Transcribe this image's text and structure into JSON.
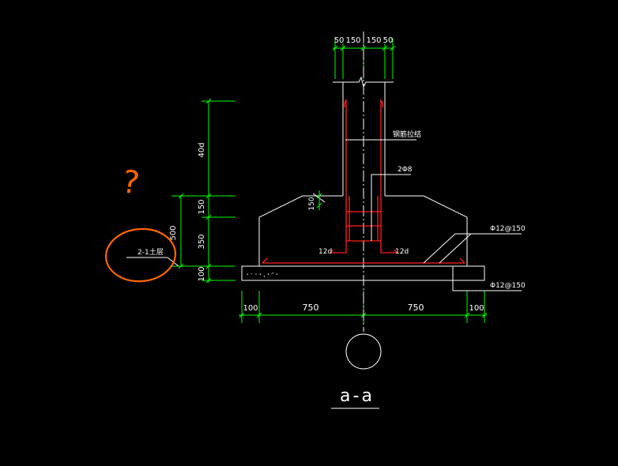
{
  "drawing": {
    "colors": {
      "background": "#000000",
      "outline": "#ffffff",
      "dimension": "#00ff00",
      "rebar": "#ff2020",
      "centerline": "#ffffff",
      "annotation_circle": "#ff6600",
      "question_mark": "#ff6600"
    },
    "top_dims": [
      "50",
      "150",
      "150",
      "50"
    ],
    "left_dims": [
      "40d",
      "150",
      "500",
      "350",
      "100"
    ],
    "bottom_dims": [
      "100",
      "750",
      "750",
      "100"
    ],
    "labels": {
      "tie_bar": "钢筋拉结",
      "stirrup": "2Φ8",
      "haunch": "150",
      "anchor_left": "12d",
      "anchor_right": "12d",
      "bar_upper": "Φ12@150",
      "bar_lower": "Φ12@150",
      "soil_note": "2-1土层",
      "section_title": "a-a",
      "question": "?"
    }
  }
}
